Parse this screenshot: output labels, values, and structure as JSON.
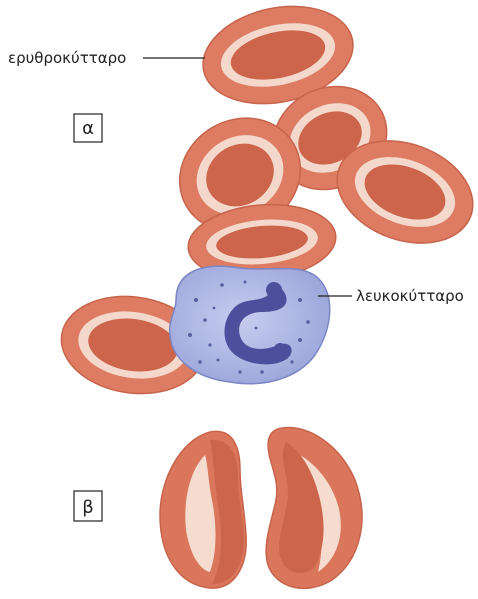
{
  "labels": {
    "red_cell": "ερυθροκύτταρο",
    "white_cell": "λευκοκύτταρο"
  },
  "panels": {
    "a": "α",
    "b": "β"
  },
  "colors": {
    "rbc_rim": "#d9755c",
    "rbc_center": "#c85e47",
    "rbc_highlight": "#f6ddd3",
    "rbc_speckle": "#b04a36",
    "wbc_body": "#aeb6e3",
    "wbc_edge": "#7c86c4",
    "wbc_nucleus": "#4b4b9a",
    "wbc_granule": "#5a5f9e"
  },
  "icons": [
    "red-blood-cell",
    "white-blood-cell",
    "red-blood-cell-cross-section"
  ]
}
